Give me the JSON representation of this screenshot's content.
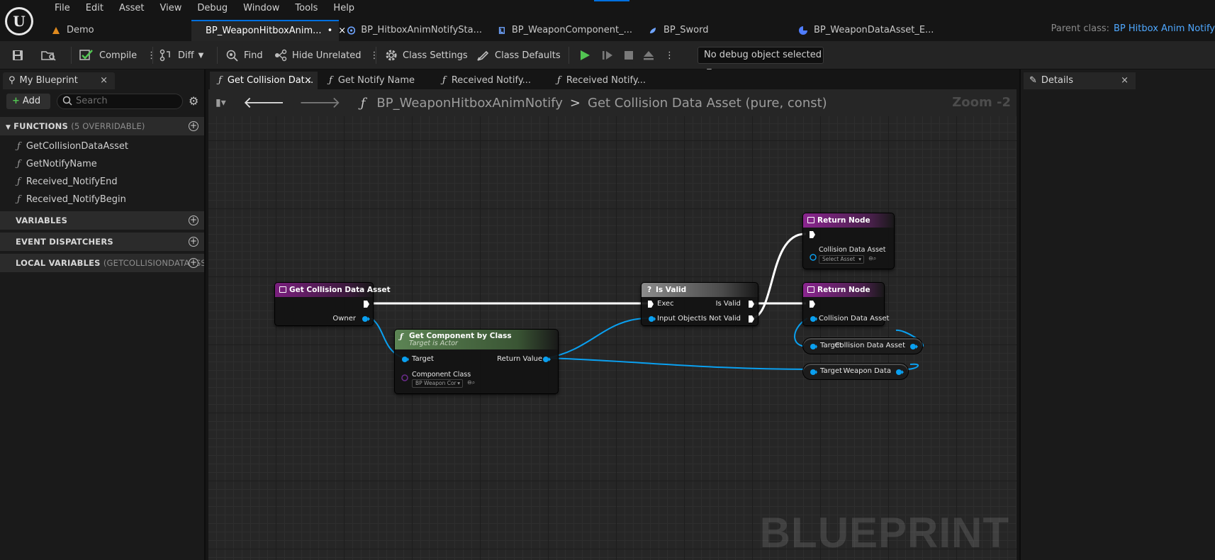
{
  "menu": [
    "File",
    "Edit",
    "Asset",
    "View",
    "Debug",
    "Window",
    "Tools",
    "Help"
  ],
  "doc_tabs": [
    {
      "label": "Demo"
    },
    {
      "label": "BP_WeaponHitboxAnim...",
      "active": true,
      "modified": "•",
      "close": "×"
    },
    {
      "label": "BP_HitboxAnimNotifySta..."
    },
    {
      "label": "BP_WeaponComponent_..."
    },
    {
      "label": "BP_Sword"
    },
    {
      "label": "BP_WeaponDataAsset_E..."
    }
  ],
  "parent_class": {
    "label": "Parent class:",
    "value": "BP Hitbox Anim Notify"
  },
  "toolbar": {
    "compile": "Compile",
    "diff": "Diff",
    "find": "Find",
    "hide_unrelated": "Hide Unrelated",
    "class_settings": "Class Settings",
    "class_defaults": "Class Defaults",
    "debug_object": "No debug object selected"
  },
  "my_blueprint": {
    "tab": "My Blueprint",
    "close": "×",
    "add": "Add",
    "search_placeholder": "Search",
    "functions": {
      "label": "FUNCTIONS",
      "sub": "(5 OVERRIDABLE)"
    },
    "function_items": [
      "GetCollisionDataAsset",
      "GetNotifyName",
      "Received_NotifyEnd",
      "Received_NotifyBegin"
    ],
    "variables": "VARIABLES",
    "event_dispatchers": "EVENT DISPATCHERS",
    "local_variables": {
      "label": "LOCAL VARIABLES",
      "sub": "(GETCOLLISIONDATAASSET"
    }
  },
  "graph_tabs": [
    "Get Collision Dat...",
    "Get Notify Name",
    "Received Notify...",
    "Received Notify..."
  ],
  "graph_tab_close": "×",
  "breadcrumb": {
    "root": "BP_WeaponHitboxAnimNotify",
    "sep": ">",
    "current": "Get Collision Data Asset (pure, const)"
  },
  "zoom": "Zoom -2",
  "watermark": "BLUEPRINT",
  "nodes": {
    "entry": {
      "title": "Get Collision Data Asset",
      "owner": "Owner"
    },
    "get_component": {
      "title": "Get Component by Class",
      "subtitle": "Target is Actor",
      "target": "Target",
      "return_value": "Return Value",
      "component_class": "Component Class",
      "class_value": "BP Weapon Cor"
    },
    "is_valid": {
      "title": "Is Valid",
      "exec": "Exec",
      "input_object": "Input Object",
      "is_valid": "Is Valid",
      "is_not_valid": "Is Not Valid"
    },
    "return1": {
      "title": "Return Node",
      "pin": "Collision Data Asset",
      "select": "Select Asset"
    },
    "return2": {
      "title": "Return Node",
      "pin": "Collision Data Asset"
    },
    "get_collision": {
      "target": "Target",
      "out": "Collision Data Asset"
    },
    "get_weapon": {
      "target": "Target",
      "out": "Weapon Data"
    }
  },
  "details": {
    "tab": "Details",
    "close": "×"
  },
  "colors": {
    "accent": "#0070e0",
    "link": "#4fa8ff",
    "object_pin": "#0aa0f0",
    "function_header": "#7a1f7e",
    "pure_header": "#5c8454"
  }
}
